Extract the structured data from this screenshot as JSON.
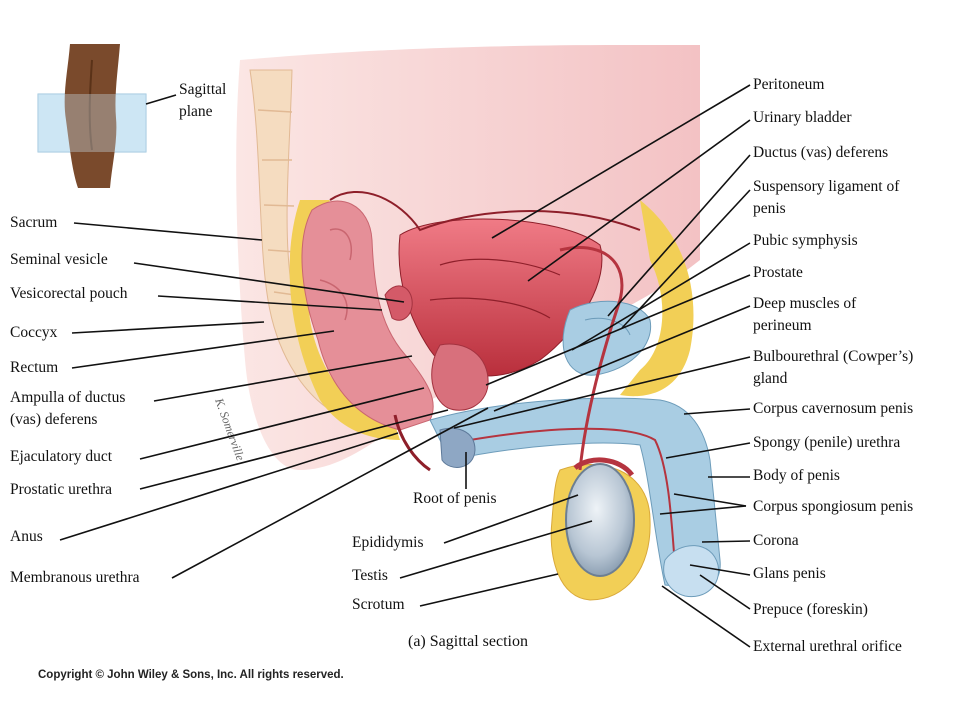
{
  "inset": {
    "label_line1": "Sagittal",
    "label_line2": "plane"
  },
  "left_labels": [
    {
      "key": "sacrum",
      "text": "Sacrum"
    },
    {
      "key": "seminal-vesicle",
      "text": "Seminal vesicle"
    },
    {
      "key": "vesicorectal-pouch",
      "text": "Vesicorectal pouch"
    },
    {
      "key": "coccyx",
      "text": "Coccyx"
    },
    {
      "key": "rectum",
      "text": "Rectum"
    },
    {
      "key": "ampulla",
      "text": "Ampulla of ductus",
      "text2": "(vas) deferens"
    },
    {
      "key": "ejaculatory-duct",
      "text": "Ejaculatory duct"
    },
    {
      "key": "prostatic-urethra",
      "text": "Prostatic urethra"
    },
    {
      "key": "anus",
      "text": "Anus"
    },
    {
      "key": "membranous-urethra",
      "text": "Membranous urethra"
    }
  ],
  "right_labels": [
    {
      "key": "peritoneum",
      "text": "Peritoneum"
    },
    {
      "key": "urinary-bladder",
      "text": "Urinary bladder"
    },
    {
      "key": "ductus-deferens",
      "text": "Ductus (vas) deferens"
    },
    {
      "key": "suspensory-ligament",
      "text": "Suspensory ligament of",
      "text2": "penis"
    },
    {
      "key": "pubic-symphysis",
      "text": "Pubic symphysis"
    },
    {
      "key": "prostate",
      "text": "Prostate"
    },
    {
      "key": "deep-muscles",
      "text": "Deep muscles of",
      "text2": "perineum"
    },
    {
      "key": "bulbourethral",
      "text": "Bulbourethral (Cowper’s)",
      "text2": "gland"
    },
    {
      "key": "corpus-cavernosum",
      "text": "Corpus cavernosum penis"
    },
    {
      "key": "spongy-urethra",
      "text": "Spongy (penile) urethra"
    },
    {
      "key": "body-of-penis",
      "text": "Body of penis"
    },
    {
      "key": "corpus-spongiosum",
      "text": "Corpus spongiosum penis"
    },
    {
      "key": "corona",
      "text": "Corona"
    },
    {
      "key": "glans-penis",
      "text": "Glans penis"
    },
    {
      "key": "prepuce",
      "text": "Prepuce (foreskin)"
    },
    {
      "key": "external-urethral-orifice",
      "text": "External urethral orifice"
    }
  ],
  "center_labels": [
    {
      "key": "root-of-penis",
      "text": "Root of penis"
    },
    {
      "key": "epididymis",
      "text": "Epididymis"
    },
    {
      "key": "testis",
      "text": "Testis"
    },
    {
      "key": "scrotum",
      "text": "Scrotum"
    }
  ],
  "caption": "(a) Sagittal section",
  "artist_signature": "K. Somerville",
  "copyright": "Copyright © John Wiley & Sons, Inc. All rights reserved.",
  "colors": {
    "tissue_pink": "#e58f98",
    "bladder_red": "#b5343f",
    "fat_yellow": "#f2cf56",
    "blue_tissue": "#a9cde3",
    "bone_tan": "#f5dcc0",
    "plane_blue": "#cde6f4",
    "skin_brown": "#7a4a2c"
  }
}
